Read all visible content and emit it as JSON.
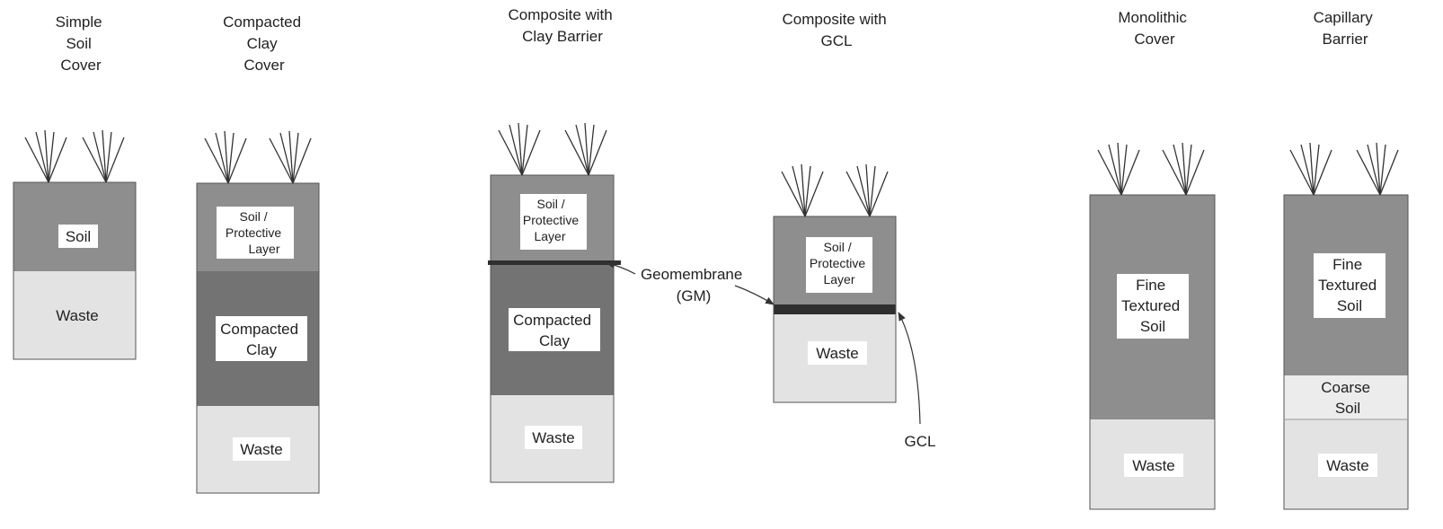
{
  "colors": {
    "soil": "#8e8e8e",
    "clay": "#737373",
    "waste": "#e3e3e3",
    "coarse": "#ececec",
    "membrane": "#2f2f2f",
    "label_box": "#ffffff",
    "outline": "#555555"
  },
  "icons": {
    "vegetation": "grass-tuft-icon"
  },
  "columns": [
    {
      "id": "simple-soil-cover",
      "title": [
        "Simple",
        "Soil",
        "Cover"
      ],
      "layers": [
        {
          "kind": "soil",
          "label": [
            "Soil"
          ]
        },
        {
          "kind": "waste",
          "label": [
            "Waste"
          ]
        }
      ]
    },
    {
      "id": "compacted-clay-cover",
      "title": [
        "Compacted",
        "Clay",
        "Cover"
      ],
      "layers": [
        {
          "kind": "soil",
          "label": [
            "Soil /",
            "Protective",
            "Layer"
          ]
        },
        {
          "kind": "clay",
          "label": [
            "Compacted",
            "Clay"
          ]
        },
        {
          "kind": "waste",
          "label": [
            "Waste"
          ]
        }
      ]
    },
    {
      "id": "composite-with-clay-barrier",
      "title": [
        "Composite with",
        "Clay Barrier"
      ],
      "layers": [
        {
          "kind": "soil",
          "label": [
            "Soil /",
            "Protective",
            "Layer"
          ]
        },
        {
          "kind": "membrane",
          "label": []
        },
        {
          "kind": "clay",
          "label": [
            "Compacted",
            "Clay"
          ]
        },
        {
          "kind": "waste",
          "label": [
            "Waste"
          ]
        }
      ]
    },
    {
      "id": "composite-with-gcl",
      "title": [
        "Composite with",
        "GCL"
      ],
      "layers": [
        {
          "kind": "soil",
          "label": [
            "Soil /",
            "Protective",
            "Layer"
          ]
        },
        {
          "kind": "membrane",
          "label": []
        },
        {
          "kind": "waste",
          "label": [
            "Waste"
          ]
        }
      ]
    },
    {
      "id": "monolithic-cover",
      "title": [
        "Monolithic",
        "Cover"
      ],
      "layers": [
        {
          "kind": "soil",
          "label": [
            "Fine",
            "Textured",
            "Soil"
          ]
        },
        {
          "kind": "waste",
          "label": [
            "Waste"
          ]
        }
      ]
    },
    {
      "id": "capillary-barrier",
      "title": [
        "Capillary",
        "Barrier"
      ],
      "layers": [
        {
          "kind": "soil",
          "label": [
            "Fine",
            "Textured",
            "Soil"
          ]
        },
        {
          "kind": "coarse",
          "label": [
            "Coarse",
            "Soil"
          ]
        },
        {
          "kind": "waste",
          "label": [
            "Waste"
          ]
        }
      ]
    }
  ],
  "annotations": {
    "geomembrane": [
      "Geomembrane",
      "(GM)"
    ],
    "gcl": "GCL"
  }
}
